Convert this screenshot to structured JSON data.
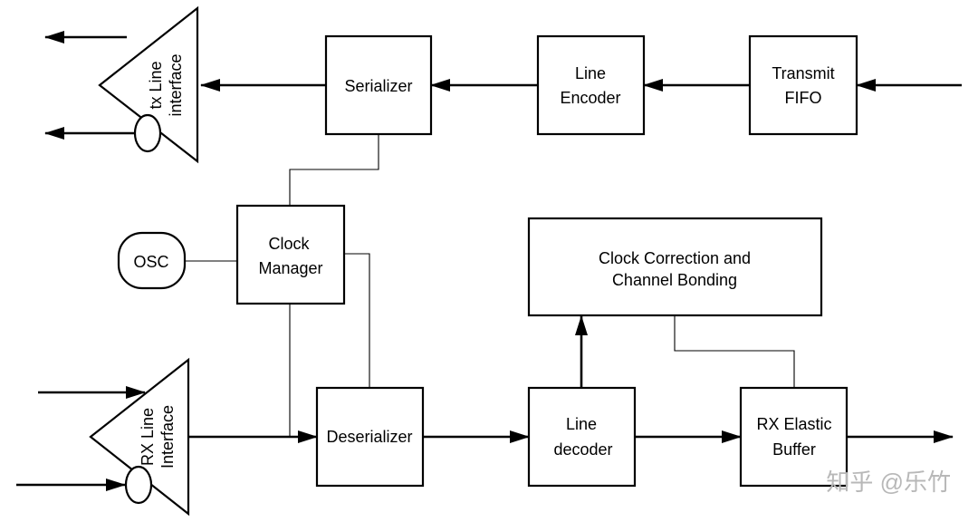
{
  "blocks": {
    "transmit_fifo": [
      "Transmit",
      "FIFO"
    ],
    "line_encoder": [
      "Line",
      "Encoder"
    ],
    "serializer": [
      "Serializer"
    ],
    "tx_interface": [
      "tx Line",
      "interface"
    ],
    "clock_manager": [
      "Clock",
      "Manager"
    ],
    "osc": [
      "OSC"
    ],
    "clock_correction": [
      "Clock Correction and",
      "Channel Bonding"
    ],
    "rx_interface": [
      "RX Line",
      "Interface"
    ],
    "deserializer": [
      "Deserializer"
    ],
    "line_decoder": [
      "Line",
      "decoder"
    ],
    "rx_elastic_buffer": [
      "RX Elastic",
      "Buffer"
    ]
  },
  "watermark": "知乎 @乐竹"
}
